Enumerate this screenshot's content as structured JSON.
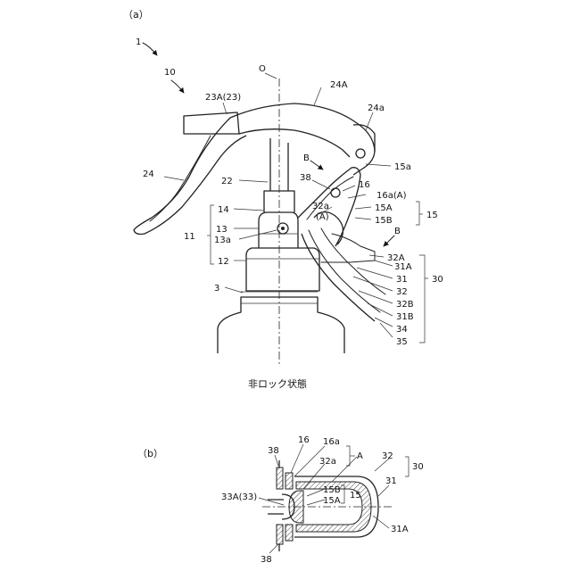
{
  "figure_a": {
    "panel_label": "（a）",
    "caption": "非ロック状態",
    "labels": {
      "l1": "1",
      "l10": "10",
      "lO": "O",
      "l24A": "24A",
      "l23A": "23A(23)",
      "l24a": "24a",
      "l24": "24",
      "l15a": "15a",
      "lB1": "B",
      "l38": "38",
      "l16": "16",
      "l16aA": "16a(A)",
      "l22": "22",
      "l32a": "32a",
      "l15A": "15A",
      "lAparen": "(A)",
      "l15B": "15B",
      "l15": "15",
      "l14": "14",
      "l13": "13",
      "l11": "11",
      "l13a": "13a",
      "lB2": "B",
      "l32A": "32A",
      "l12": "12",
      "l31A": "31A",
      "l31": "31",
      "l3": "3",
      "l32": "32",
      "l30": "30",
      "l32B": "32B",
      "l31B": "31B",
      "l34": "34",
      "l35": "35"
    }
  },
  "figure_b": {
    "panel_label": "（b）",
    "labels": {
      "l38top": "38",
      "l16": "16",
      "l16a": "16a",
      "lA": "A",
      "l32": "32",
      "l30": "30",
      "l32a": "32a",
      "l31": "31",
      "l33A": "33A(33)",
      "l15B": "15B",
      "l15": "15",
      "l15A": "15A",
      "l31A": "31A",
      "l38bot": "38"
    }
  }
}
